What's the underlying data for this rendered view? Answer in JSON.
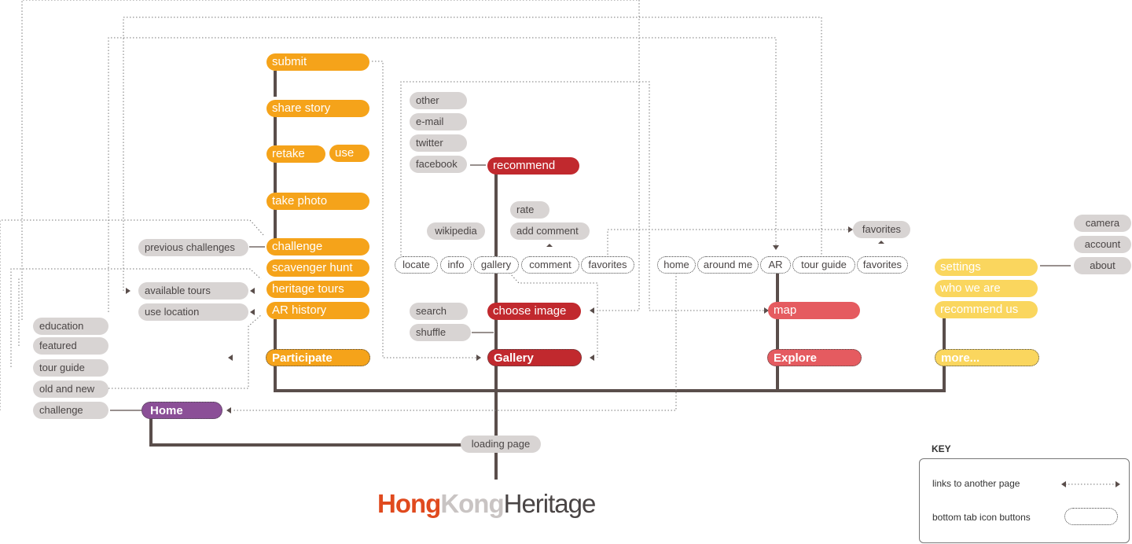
{
  "logo": {
    "part1": "Hong",
    "part2": "Kong",
    "part3": "Heritage"
  },
  "colors": {
    "participate": "#f5a31a",
    "gallery": "#c1292e",
    "explore": "#e55b60",
    "more": "#fad65e",
    "home": "#8b4f97",
    "secondary": "#d8d4d3",
    "connector": "#5a4e4b"
  },
  "home": {
    "tab": "Home",
    "left_items": [
      "education",
      "featured",
      "tour guide",
      "old and new",
      "challenge"
    ],
    "loading": "loading page"
  },
  "participate": {
    "tab": "Participate",
    "stack": [
      "submit",
      "share story",
      "retake",
      "use",
      "take photo",
      "challenge",
      "scavenger hunt",
      "heritage tours",
      "AR history"
    ],
    "side": [
      "previous challenges",
      "available tours",
      "use location"
    ]
  },
  "gallery": {
    "tab": "Gallery",
    "share": [
      "other",
      "e-mail",
      "twitter",
      "facebook"
    ],
    "recommend": "recommend",
    "upper": [
      "wikipedia",
      "rate",
      "add comment"
    ],
    "icons": [
      "locate",
      "info",
      "gallery",
      "comment",
      "favorites"
    ],
    "choose": "choose image",
    "side": [
      "search",
      "shuffle"
    ]
  },
  "explore": {
    "tab": "Explore",
    "icons": [
      "home",
      "around me",
      "AR",
      "tour guide",
      "favorites"
    ],
    "favorites_top": "favorites",
    "map": "map"
  },
  "more": {
    "tab": "more...",
    "items": [
      "settings",
      "who we are",
      "recommend us"
    ],
    "settings_sub": [
      "camera",
      "account",
      "about"
    ]
  },
  "key": {
    "title": "KEY",
    "link": "links to another page",
    "tab": "bottom tab icon buttons"
  }
}
